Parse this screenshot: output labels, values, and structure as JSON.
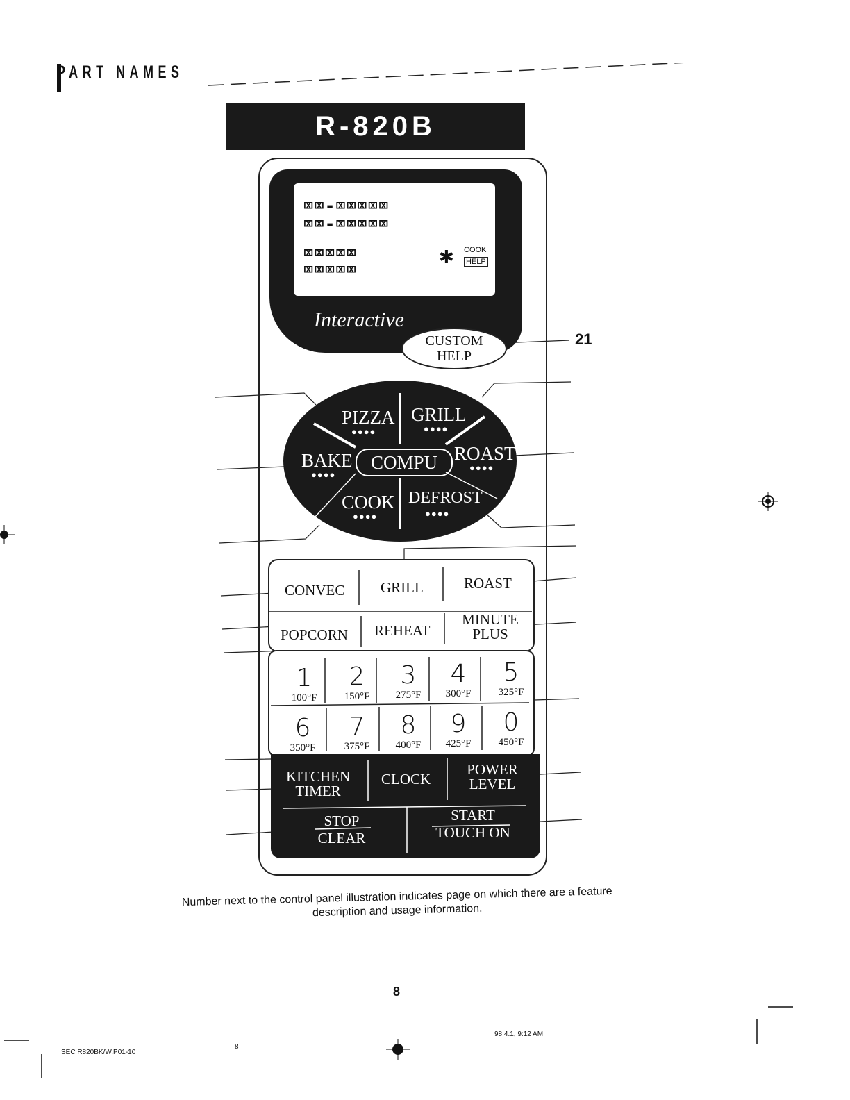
{
  "section": {
    "title": "PART NAMES"
  },
  "model": {
    "name": "R-820B"
  },
  "display": {
    "row1": "⌧⌧-⌧⌧⌧⌧⌧",
    "row2": "⌧⌧⌧⌧⌧",
    "cook_label": "COOK",
    "help_label": "HELP",
    "brand": "Interactive"
  },
  "custom_help": {
    "line1": "CUSTOM",
    "line2": "HELP",
    "page_ref": "21"
  },
  "compu_pad": {
    "pizza": "PIZZA",
    "grill": "GRILL",
    "bake": "BAKE",
    "compu": "COMPU",
    "roast": "ROAST",
    "cook": "COOK",
    "defrost": "DEFROST",
    "dots": "●●●●"
  },
  "modes": {
    "convec": "CONVEC",
    "grill": "GRILL",
    "roast": "ROAST",
    "popcorn": "POPCORN",
    "reheat": "REHEAT",
    "minute_1": "MINUTE",
    "minute_2": "PLUS"
  },
  "keypad": [
    {
      "num": "1",
      "temp": "100°F"
    },
    {
      "num": "2",
      "temp": "150°F"
    },
    {
      "num": "3",
      "temp": "275°F"
    },
    {
      "num": "4",
      "temp": "300°F"
    },
    {
      "num": "5",
      "temp": "325°F"
    },
    {
      "num": "6",
      "temp": "350°F"
    },
    {
      "num": "7",
      "temp": "375°F"
    },
    {
      "num": "8",
      "temp": "400°F"
    },
    {
      "num": "9",
      "temp": "425°F"
    },
    {
      "num": "0",
      "temp": "450°F"
    }
  ],
  "bottom": {
    "kitchen_1": "KITCHEN",
    "kitchen_2": "TIMER",
    "clock": "CLOCK",
    "power_1": "POWER",
    "power_2": "LEVEL",
    "stop_1": "STOP",
    "stop_2": "CLEAR",
    "start_1": "START",
    "start_2": "TOUCH ON"
  },
  "note": {
    "line1": "Number next to the control panel illustration indicates page on which there are a feature",
    "line2": "description and usage information."
  },
  "page_number": "8",
  "footer": {
    "left": "SEC R820BK/W.P01-10",
    "mid": "8",
    "right": "98.4.1, 9:12 AM"
  }
}
